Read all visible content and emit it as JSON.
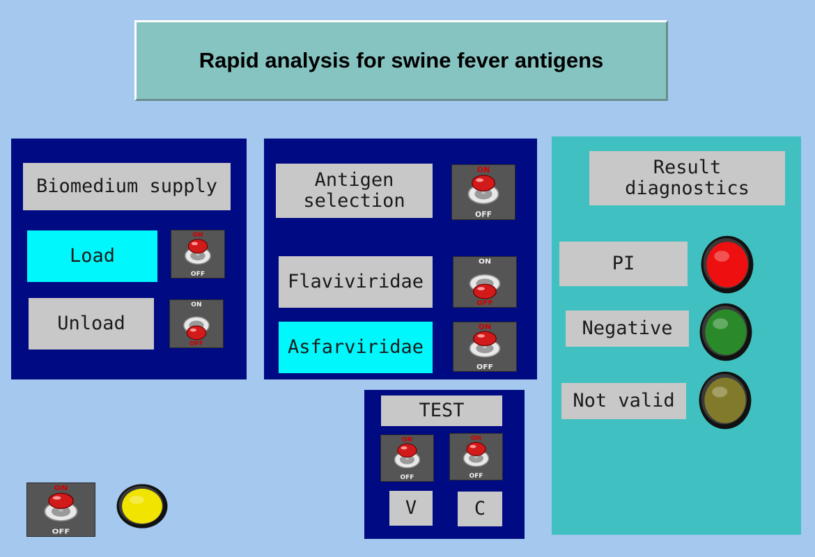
{
  "title": "Rapid analysis for swine fever antigens",
  "toggle_text": {
    "on": "ON",
    "off": "OFF"
  },
  "biomedium": {
    "label": "Biomedium supply",
    "load": {
      "label": "Load",
      "state": "on"
    },
    "unload": {
      "label": "Unload",
      "state": "off"
    }
  },
  "antigen": {
    "label": "Antigen\nselection",
    "selection_state": "on",
    "flaviviridae": {
      "label": "Flaviviridae",
      "state": "off"
    },
    "asfarviridae": {
      "label": "Asfarviridae",
      "state": "on"
    }
  },
  "test": {
    "label": "TEST",
    "v": {
      "label": "V",
      "state": "on"
    },
    "c": {
      "label": "C",
      "state": "on"
    }
  },
  "results": {
    "label": "Result\ndiagnostics",
    "items": [
      {
        "label": "PI",
        "lamp_color": "#ee1010",
        "lit": true
      },
      {
        "label": "Negative",
        "lamp_color": "#2a8a2a",
        "lit": false
      },
      {
        "label": "Not valid",
        "lamp_color": "#807a2a",
        "lit": false
      }
    ]
  },
  "power": {
    "state": "on",
    "lamp_color": "#f0e400"
  },
  "colors": {
    "background": "#a4c8ee",
    "panel": "#000a82",
    "result_panel": "#40c0c0",
    "label_gray": "#c8c8c8",
    "label_active": "#00f8fc"
  }
}
